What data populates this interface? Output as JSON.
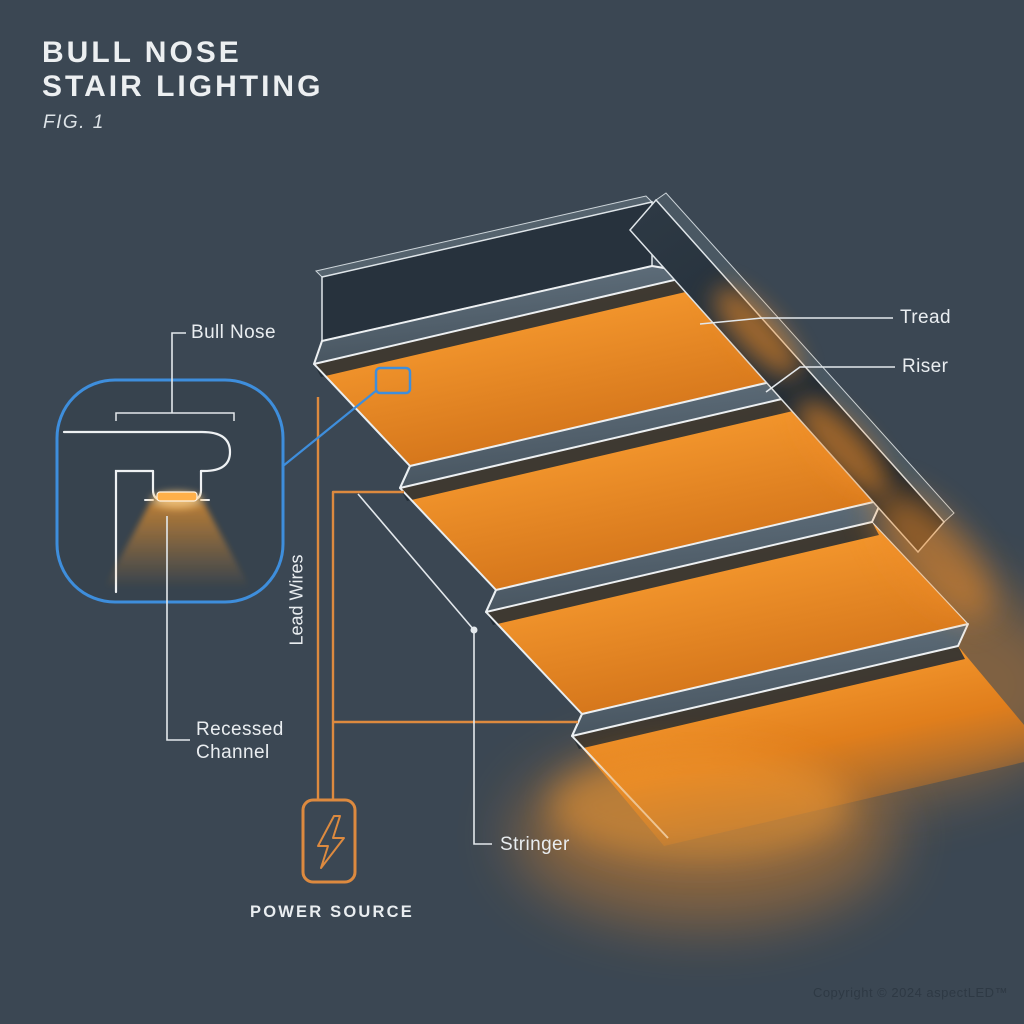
{
  "title": {
    "line1": "BULL NOSE",
    "line2": "STAIR LIGHTING",
    "fig": "FIG. 1"
  },
  "labels": {
    "bull_nose": "Bull Nose",
    "recessed_channel": "Recessed\nChannel",
    "lead_wires": "Lead Wires",
    "power_source": "POWER SOURCE",
    "stringer": "Stringer",
    "tread": "Tread",
    "riser": "Riser"
  },
  "footer": {
    "copyright": "Copyright © 2024 aspectLED™"
  },
  "icons": {
    "lightning_bolt": "lightning-bolt-icon"
  },
  "colors": {
    "background": "#3b4753",
    "line_white": "#e9eef1",
    "accent_orange_wire": "#dd8a3f",
    "glow_orange": "#f08c25",
    "riser_orange_bright": "#ffbb63",
    "riser_orange_deep": "#cf7018",
    "callout_blue": "#3e8edc",
    "tread_gray": "#54636f",
    "copyright_gray": "#2e3944"
  }
}
